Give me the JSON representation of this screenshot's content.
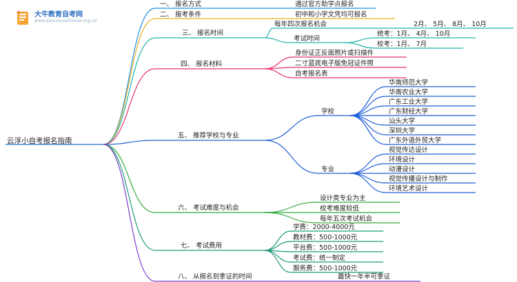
{
  "logo": {
    "title": "大牛教育自考网",
    "url": "www.daniuxueshixiao.org.cn",
    "icon": "book-logo-icon"
  },
  "root": "云浮小自考报名指南",
  "colors": {
    "c1": "#1f8fdc",
    "c2": "#e8b020",
    "c3": "#1fb3a8",
    "c4": "#e8306e",
    "c5": "#1d5ed8",
    "c6": "#2faa3c",
    "c7": "#1a9a78",
    "c8": "#7b3dc8"
  },
  "branches": [
    {
      "label": "一、 报名方式",
      "color": "c1",
      "children": [
        {
          "label": "通过官方助学点报名"
        }
      ]
    },
    {
      "label": "二、 报考条件",
      "color": "c2",
      "children": [
        {
          "label": "初中和小学文凭均可报名"
        }
      ]
    },
    {
      "label": "三、 报名时间",
      "color": "c3",
      "children": [
        {
          "label": "每年四次报名机会",
          "children": [
            {
              "label": "2月、 5月、 8月、 10月"
            }
          ]
        },
        {
          "label": "考试时间",
          "children": [
            {
              "label": "统考：1月、 4月、 10月"
            },
            {
              "label": "校考：1月、 7月"
            }
          ]
        }
      ]
    },
    {
      "label": "四、 报名材料",
      "color": "c4",
      "children": [
        {
          "label": "身份证正反面照片或扫描件"
        },
        {
          "label": "二寸蓝底电子版免冠证件照"
        },
        {
          "label": "自考报名表"
        }
      ]
    },
    {
      "label": "五、 推荐学校与专业",
      "color": "c5",
      "children": [
        {
          "label": "学校",
          "children": [
            {
              "label": "华南师范大学"
            },
            {
              "label": "华南农业大学"
            },
            {
              "label": "广东工业大学"
            },
            {
              "label": "广东财经大学"
            },
            {
              "label": "汕头大学"
            },
            {
              "label": "深圳大学"
            },
            {
              "label": "广东外语外贸大学"
            }
          ]
        },
        {
          "label": "专业",
          "children": [
            {
              "label": "视觉传达设计"
            },
            {
              "label": "环境设计"
            },
            {
              "label": "动漫设计"
            },
            {
              "label": "视觉传播设计与制作"
            },
            {
              "label": "环境艺术设计"
            }
          ]
        }
      ]
    },
    {
      "label": "六、 考试难度与机会",
      "color": "c6",
      "children": [
        {
          "label": "设计类专业为主"
        },
        {
          "label": "校考难度较低"
        },
        {
          "label": "每年五次考试机会"
        }
      ]
    },
    {
      "label": "七、 考试费用",
      "color": "c7",
      "children": [
        {
          "label": "学费：2000-4000元"
        },
        {
          "label": "教材费：500-1000元"
        },
        {
          "label": "平台费：500-1000元"
        },
        {
          "label": "考试费：统一制定"
        },
        {
          "label": "服务费：500-1000元"
        }
      ]
    },
    {
      "label": "八、 从报名到拿证的时间",
      "color": "c8",
      "children": [
        {
          "label": "最快一年半可拿证"
        }
      ]
    }
  ]
}
